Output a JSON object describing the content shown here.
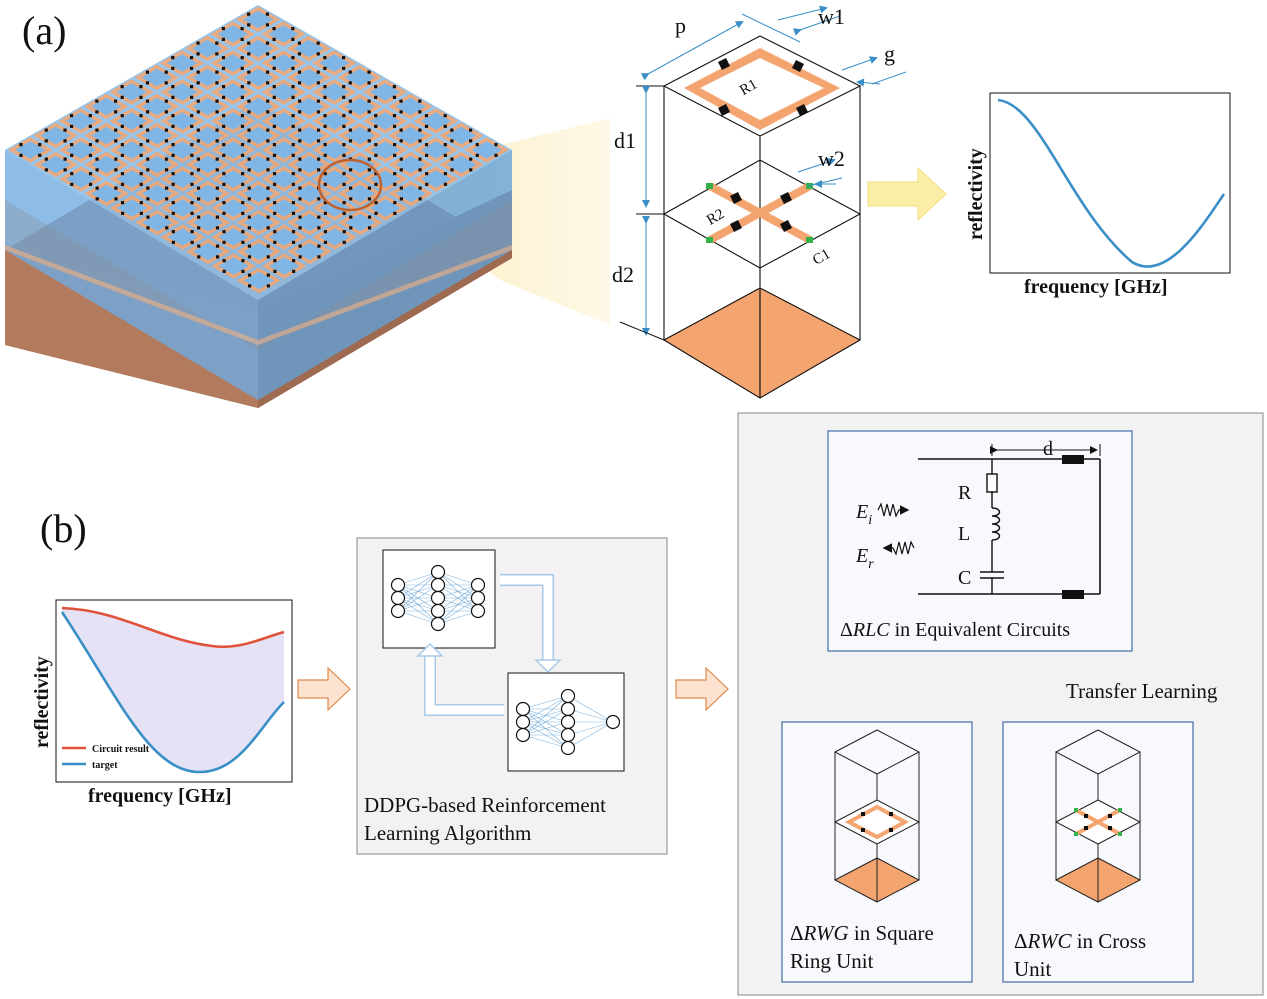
{
  "panel_a": {
    "label": "(a)",
    "dims": {
      "p": "p",
      "w1": "w1",
      "g": "g",
      "d1": "d1",
      "w2": "w2",
      "d2": "d2"
    },
    "elements": {
      "r1": "R1",
      "r2": "R2",
      "c1": "C1"
    },
    "plot": {
      "ylabel": "reflectivity",
      "xlabel": "frequency [GHz]"
    }
  },
  "panel_b": {
    "label": "(b)",
    "plot": {
      "ylabel": "reflectivity",
      "xlabel": "frequency [GHz]",
      "legend": [
        {
          "name": "Circuit result",
          "color": "#e0533a"
        },
        {
          "name": "target",
          "color": "#3a8fc7"
        }
      ]
    },
    "rl_box": {
      "caption_line1": "DDPG-based Reinforcement",
      "caption_line2": "Learning Algorithm"
    },
    "circuit": {
      "d": "d",
      "r": "R",
      "l": "L",
      "c": "C",
      "ei": "E",
      "ei_sub": "i",
      "er": "E",
      "er_sub": "r",
      "caption_italic": "RLC",
      "caption_rest": " in Equivalent Circuits"
    },
    "transfer_label": "Transfer Learning",
    "unit_square": {
      "italic": "RWG",
      "line1_rest": " in Square",
      "line2": "Ring Unit"
    },
    "unit_cross": {
      "italic": "RWC",
      "line1_rest": " in Cross",
      "line2": "Unit"
    },
    "delta": "Δ"
  },
  "colors": {
    "orange": "#f4a46e",
    "copper": "#b5795a",
    "blue": "#6aa8e0",
    "curve": "#3a8fc7",
    "red": "#e0533a",
    "arrow_fill": "#fde3cf",
    "arrow_stroke": "#e0894f",
    "yellow_arrow": "#fbeea7"
  }
}
